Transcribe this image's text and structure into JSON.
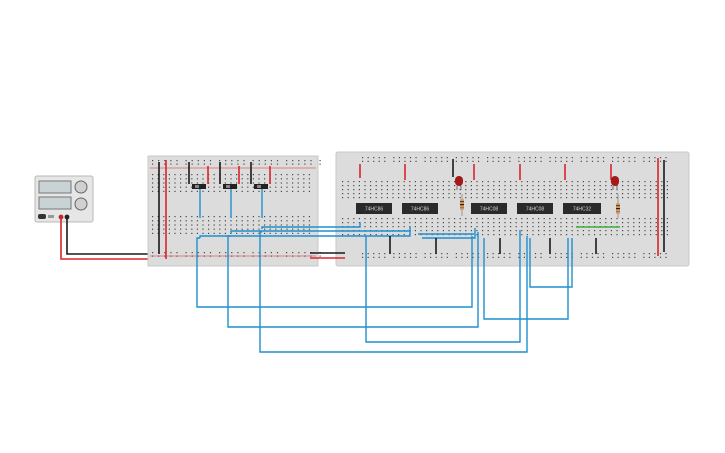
{
  "colors": {
    "background": "#ffffff",
    "board": "#dcdcdc",
    "board_edge": "#c8c8c8",
    "hole": "#4a4a4a",
    "rail_red": "#e0272a",
    "rail_black": "#222222",
    "wire_blue": "#1f8fce",
    "wire_red": "#d8262b",
    "wire_black": "#1a1a1a",
    "wire_green": "#3cae3c",
    "chip": "#2a2a2a",
    "led_red": "#a31a1a",
    "resistor": "#c8a070",
    "power_supply": "#e6e6e6"
  },
  "power_supply": {
    "icon": "bench-power-supply-icon",
    "display_count": 2,
    "knob_count": 2
  },
  "switches": {
    "icon": "slide-switch-icon",
    "count": 3
  },
  "chips": {
    "icon": "dip-ic-chip-icon",
    "labels": [
      "74HC86",
      "74HC86",
      "74HC08",
      "74HC08",
      "74HC32"
    ]
  },
  "leds": {
    "icon": "red-led-icon",
    "count": 2
  },
  "resistors": {
    "icon": "resistor-icon",
    "count": 2
  }
}
